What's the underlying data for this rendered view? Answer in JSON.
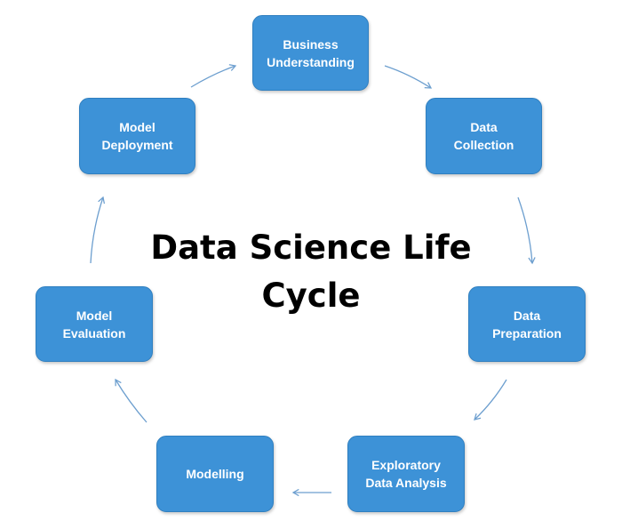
{
  "title": "Data Science Life\nCycle",
  "colors": {
    "node_fill": "#3d92d7",
    "node_text": "#ffffff",
    "arrow": "#6d9fcf",
    "title": "#000000"
  },
  "steps": [
    {
      "label": "Business\nUnderstanding"
    },
    {
      "label": "Data\nCollection"
    },
    {
      "label": "Data\nPreparation"
    },
    {
      "label": "Exploratory\nData Analysis"
    },
    {
      "label": "Modelling"
    },
    {
      "label": "Model\nEvaluation"
    },
    {
      "label": "Model\nDeployment"
    }
  ]
}
